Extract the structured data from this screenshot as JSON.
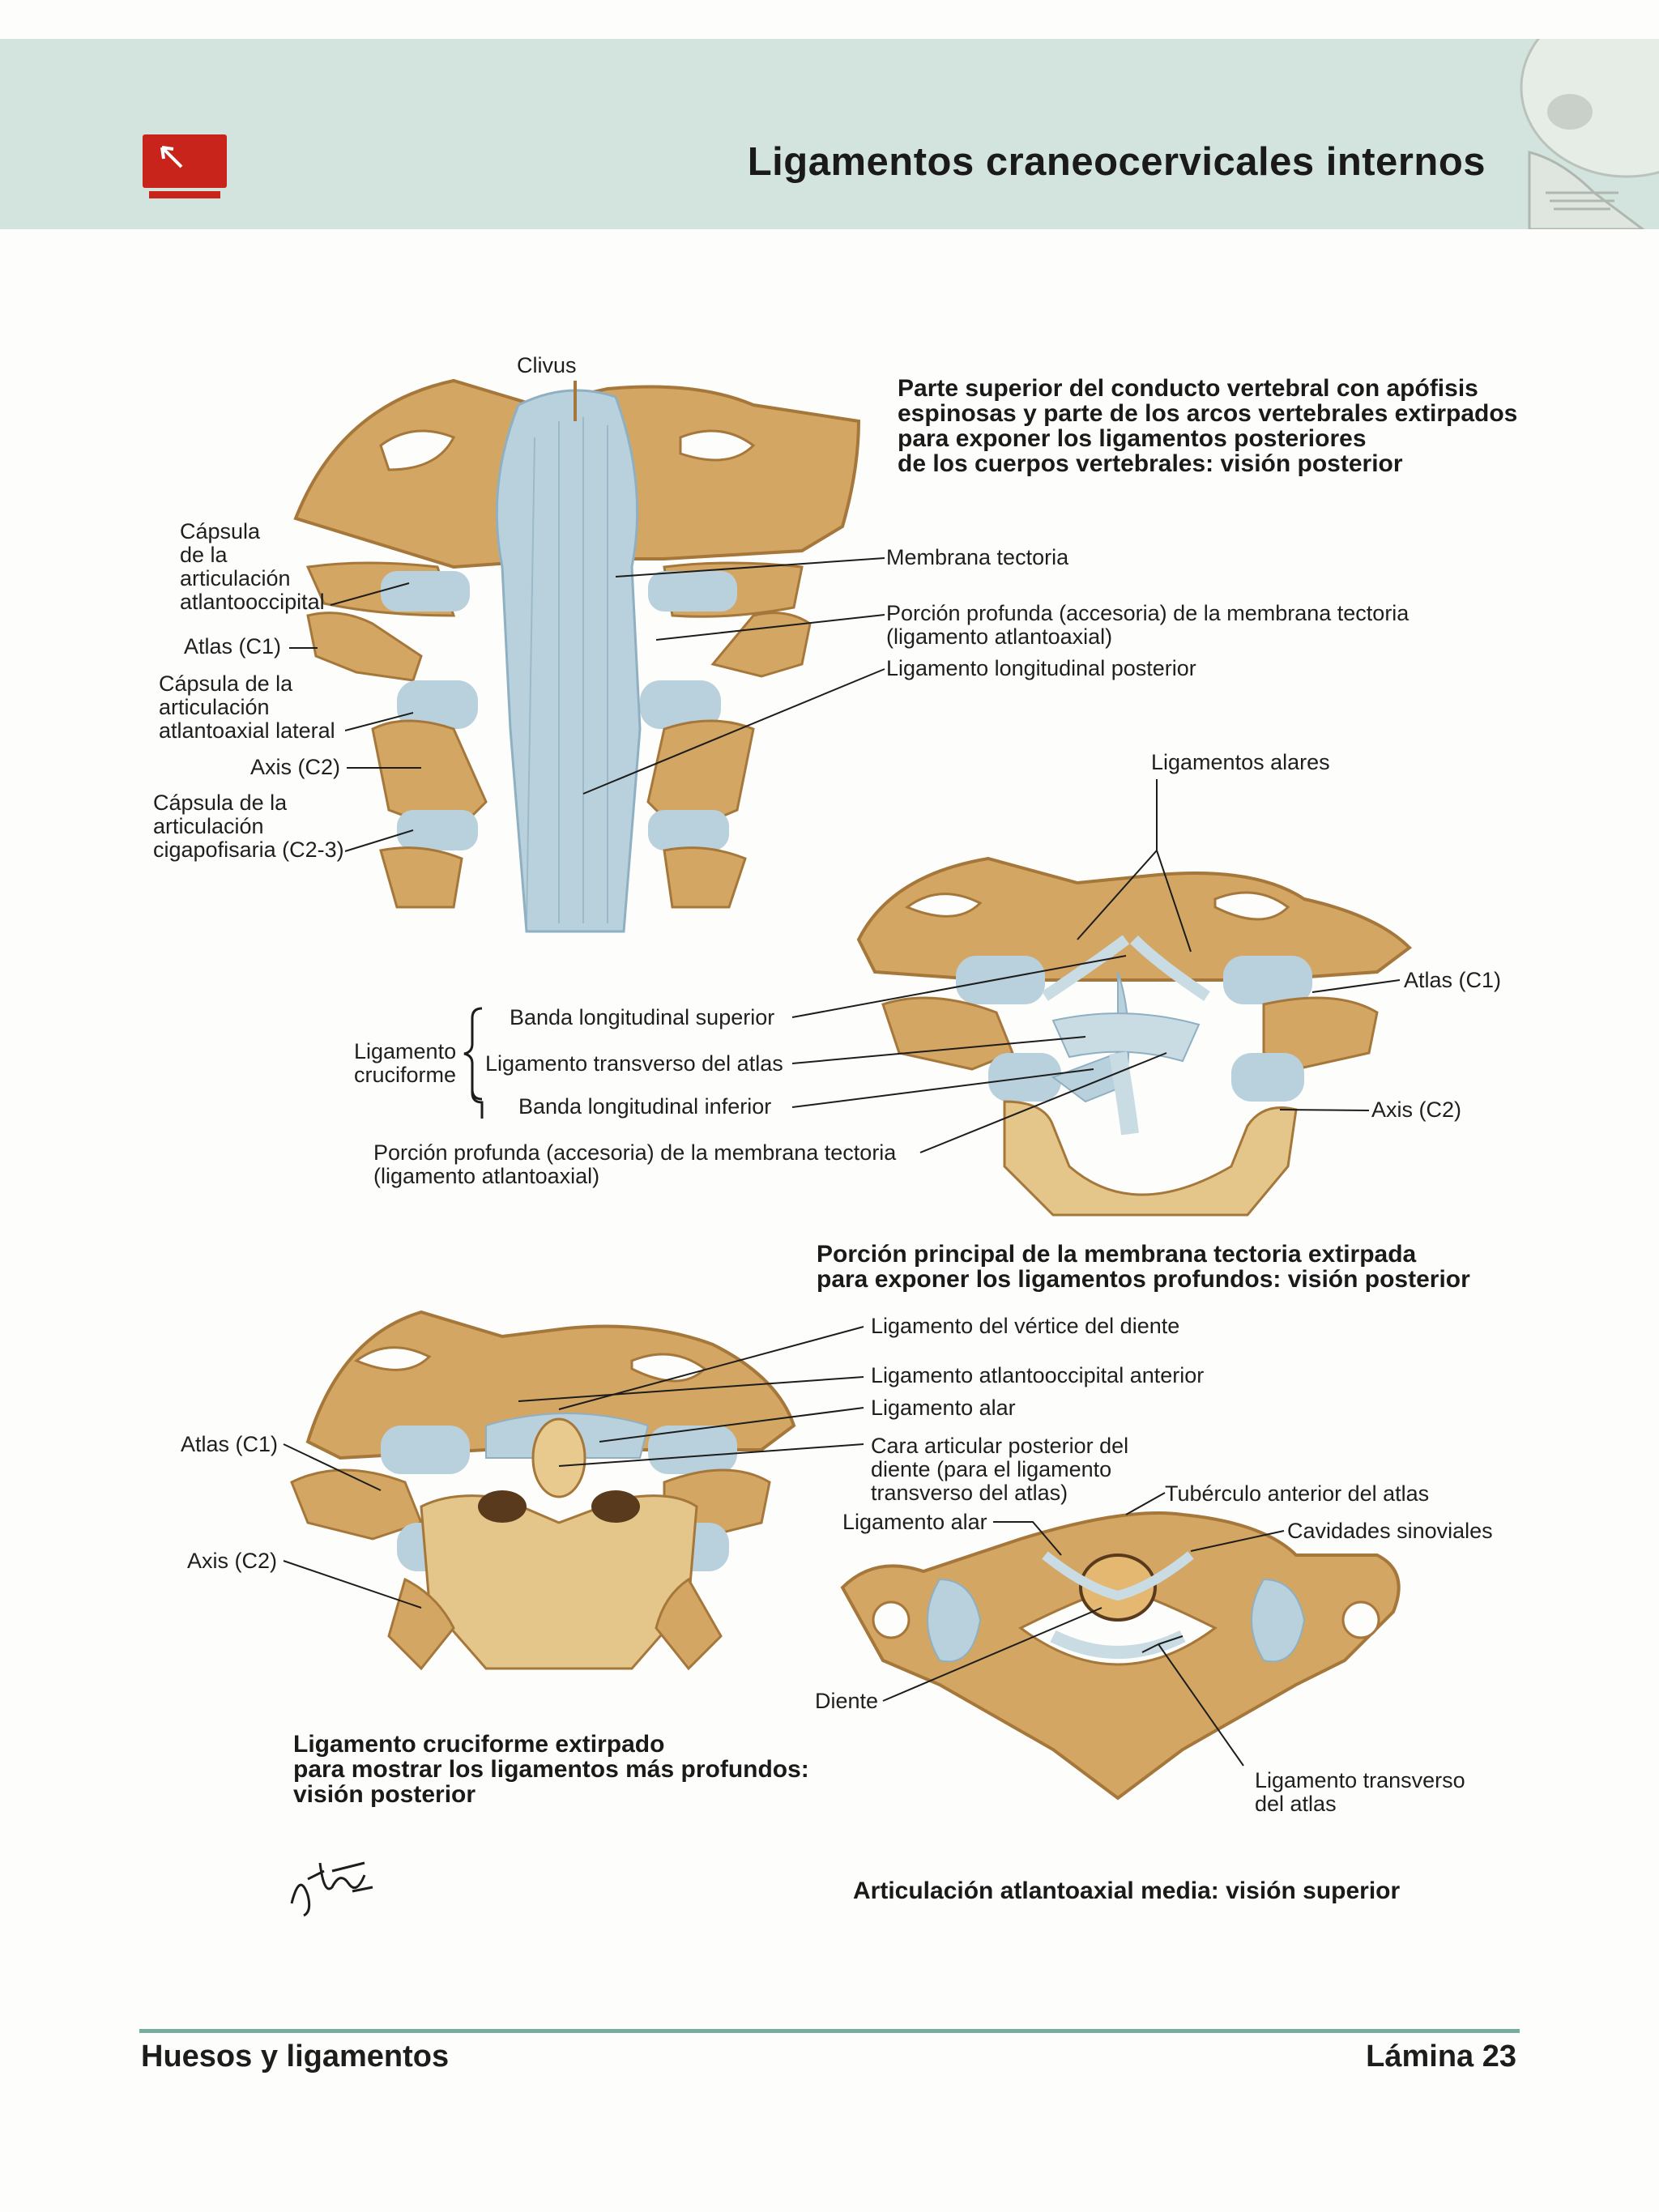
{
  "header": {
    "title": "Ligamentos craneocervicales internos",
    "band_color": "#d3e4de",
    "icon": "monitor-arrow-icon",
    "icon_color": "#c8241c"
  },
  "figure1": {
    "caption": "Parte superior del conducto vertebral con apófisis\nespinosas y parte de los arcos vertebrales extirpados\npara exponer los ligamentos posteriores\nde los cuerpos vertebrales: visión posterior",
    "labels": {
      "clivus": "Clivus",
      "capsula_atlantooccipital": "Cápsula\nde la\narticulación\natlantooccipital",
      "atlas": "Atlas (C1)",
      "capsula_atlantoaxial_lateral": "Cápsula de la\narticulación\natlantoaxial lateral",
      "axis": "Axis (C2)",
      "capsula_cigapofisaria": "Cápsula de la\narticulación\ncigapofisaria (C2-3)",
      "membrana_tectoria": "Membrana tectoria",
      "porcion_profunda": "Porción profunda (accesoria) de la membrana tectoria\n(ligamento atlantoaxial)",
      "ligamento_longitudinal_posterior": "Ligamento longitudinal posterior"
    }
  },
  "figure2": {
    "caption": "Porción principal de la membrana tectoria extirpada\npara exponer los ligamentos profundos: visión posterior",
    "labels": {
      "ligamentos_alares": "Ligamentos alares",
      "atlas": "Atlas (C1)",
      "axis": "Axis (C2)",
      "ligamento_cruciforme": "Ligamento\ncruciforme",
      "banda_superior": "Banda longitudinal superior",
      "ligamento_transverso": "Ligamento transverso del atlas",
      "banda_inferior": "Banda longitudinal inferior",
      "porcion_profunda": "Porción profunda (accesoria) de la membrana tectoria\n(ligamento atlantoaxial)"
    }
  },
  "figure3": {
    "caption": "Ligamento cruciforme extirpado\npara mostrar los ligamentos más profundos:\nvisión posterior",
    "labels": {
      "atlas": "Atlas (C1)",
      "axis": "Axis (C2)",
      "vertice_diente": "Ligamento del vértice del diente",
      "atlantooccipital_anterior": "Ligamento atlantooccipital anterior",
      "alar": "Ligamento alar",
      "cara_articular": "Cara articular posterior del\ndiente (para el ligamento\ntransverso del atlas)"
    }
  },
  "figure4": {
    "caption": "Articulación atlantoaxial media: visión superior",
    "labels": {
      "tuberculo": "Tubérculo anterior del atlas",
      "ligamento_alar": "Ligamento alar",
      "cavidades": "Cavidades sinoviales",
      "diente": "Diente",
      "transverso": "Ligamento transverso\ndel atlas"
    }
  },
  "palette": {
    "bone": "#d4a664",
    "bone_dark": "#a6773a",
    "bone_light": "#ecd3a0",
    "ligament": "#b9d1dc",
    "ligament_dark": "#8fb0c2",
    "footer_rule": "#77ad9d"
  },
  "footer": {
    "left": "Huesos y ligamentos",
    "right": "Lámina 23"
  }
}
